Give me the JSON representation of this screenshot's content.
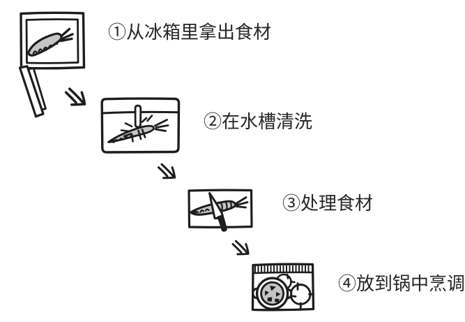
{
  "diagram": {
    "name": "cooking-process-flow",
    "steps": [
      {
        "label": "①从冰箱里拿出食材",
        "icon": "fridge-icon"
      },
      {
        "label": "②在水槽清洗",
        "icon": "sink-icon"
      },
      {
        "label": "③处理食材",
        "icon": "cutting-board-icon"
      },
      {
        "label": "④放到锅中烹调",
        "icon": "stove-icon"
      }
    ],
    "connector": "double-stroke-arrow-down-right"
  },
  "colors": {
    "ink": "#1d1d1d",
    "fill_gray": "#c3c6c4",
    "background": "#ffffff",
    "text": "#262626"
  }
}
